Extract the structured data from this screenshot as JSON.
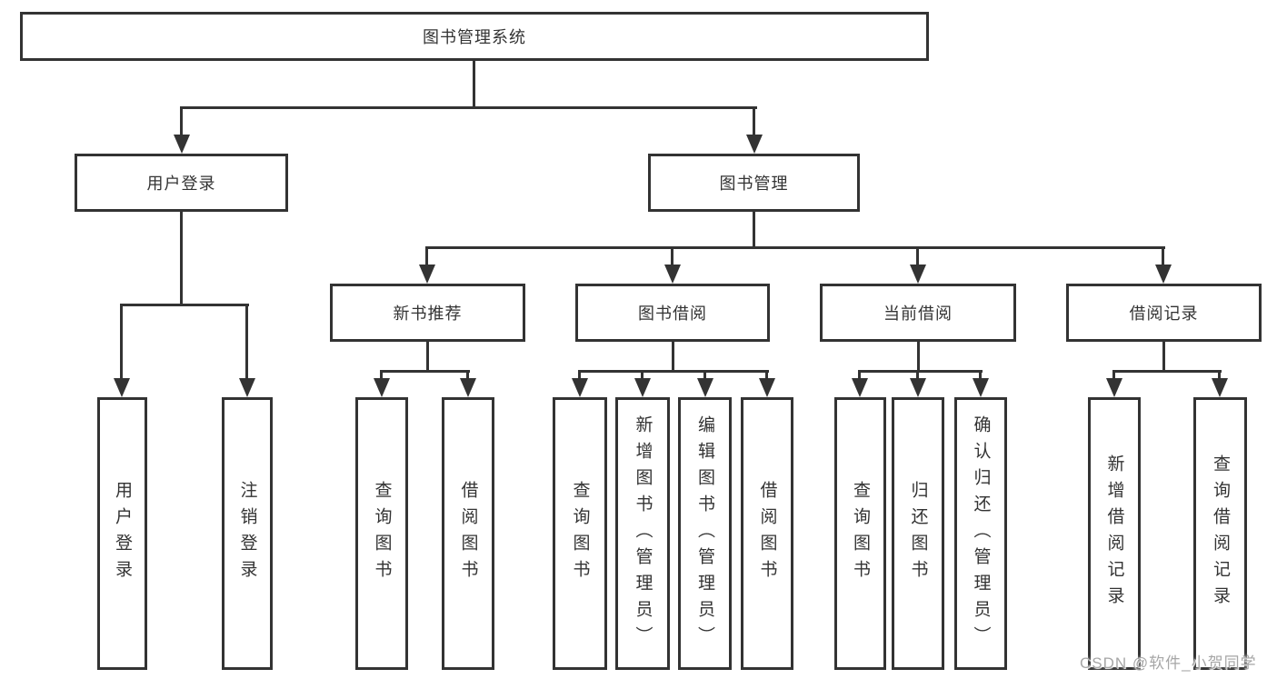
{
  "diagram": {
    "type": "tree",
    "root": {
      "label": "图书管理系统"
    },
    "branches": [
      {
        "label": "用户登录",
        "children": [
          {
            "label": "用户登录"
          },
          {
            "label": "注销登录"
          }
        ]
      },
      {
        "label": "图书管理",
        "children": [
          {
            "label": "新书推荐",
            "children": [
              {
                "label": "查询图书"
              },
              {
                "label": "借阅图书"
              }
            ]
          },
          {
            "label": "图书借阅",
            "children": [
              {
                "label": "查询图书"
              },
              {
                "label": "新增图书（管理员）"
              },
              {
                "label": "编辑图书（管理员）"
              },
              {
                "label": "借阅图书"
              }
            ]
          },
          {
            "label": "当前借阅",
            "children": [
              {
                "label": "查询图书"
              },
              {
                "label": "归还图书"
              },
              {
                "label": "确认归还（管理员）"
              }
            ]
          },
          {
            "label": "借阅记录",
            "children": [
              {
                "label": "新增借阅记录"
              },
              {
                "label": "查询借阅记录"
              }
            ]
          }
        ]
      }
    ]
  },
  "watermark": "CSDN @软件_小贺同学",
  "colors": {
    "line": "#333333",
    "text": "#333333",
    "watermark": "#a6a6a6",
    "background": "#ffffff"
  }
}
